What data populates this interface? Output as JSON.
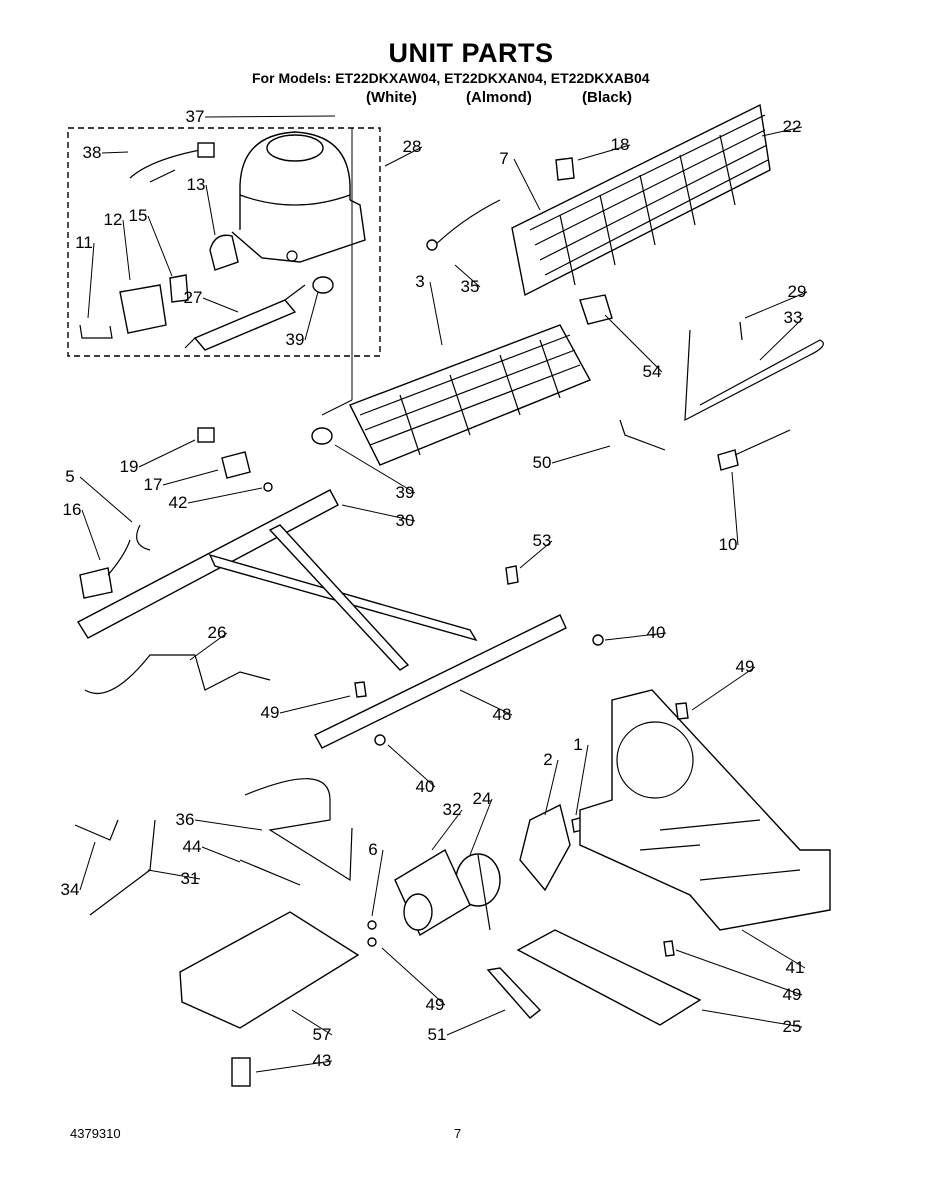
{
  "title": "UNIT PARTS",
  "models_line": "For Models: ET22DKXAW04, ET22DKXAN04, ET22DKXAB04",
  "finishes": [
    "(White)",
    "(Almond)",
    "(Black)"
  ],
  "footer": {
    "doc_number": "4379310",
    "page_number": "7"
  },
  "callouts": [
    "37",
    "38",
    "13",
    "28",
    "12",
    "15",
    "11",
    "27",
    "39",
    "7",
    "18",
    "22",
    "35",
    "3",
    "29",
    "33",
    "54",
    "19",
    "17",
    "42",
    "5",
    "16",
    "39",
    "30",
    "50",
    "10",
    "53",
    "26",
    "40",
    "49",
    "48",
    "40",
    "49",
    "2",
    "1",
    "36",
    "32",
    "24",
    "44",
    "6",
    "34",
    "31",
    "41",
    "49",
    "49",
    "57",
    "51",
    "25",
    "43"
  ]
}
